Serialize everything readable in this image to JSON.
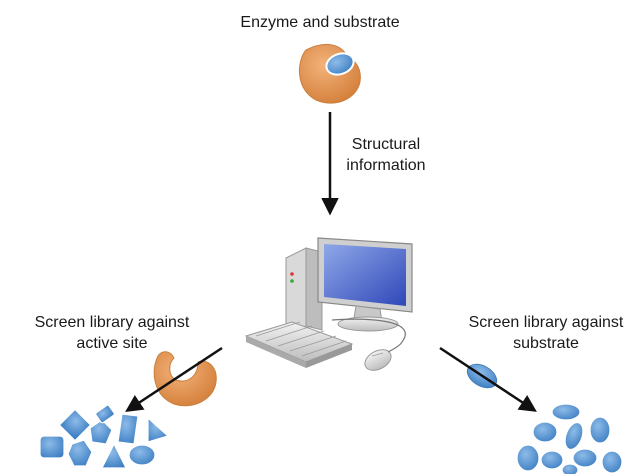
{
  "top_label": "Enzyme and substrate",
  "arrow_label": [
    "Structural",
    "information"
  ],
  "left_branch": {
    "label": [
      "Screen library against",
      "active site"
    ]
  },
  "right_branch": {
    "label": [
      "Screen library against",
      "substrate"
    ]
  },
  "colors": {
    "enzyme": "#e08d4a",
    "enzyme_dark": "#b4652a",
    "substrate": "#5b9bd5",
    "substrate_dark": "#3b79b5",
    "arrow": "#111111"
  }
}
